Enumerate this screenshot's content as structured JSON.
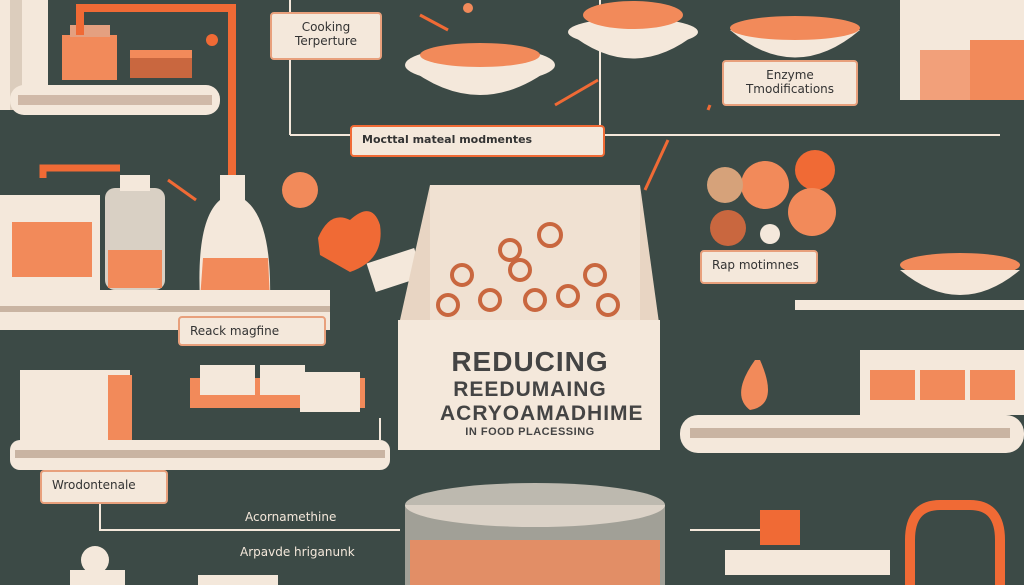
{
  "labels": {
    "cooking": "Cooking",
    "temperature": "Terperture",
    "enzyme_1": "Enzyme",
    "enzyme_2": "Tmodifications",
    "material": "Mocttal mateal modmentes",
    "reack": "Reack magfine",
    "rap": "Rap motimnes",
    "wrod": "Wrodontenale"
  },
  "center": {
    "line1": "REDUCING",
    "line2": "REEDUMAING",
    "line3": "ACRYOAMADHIME",
    "line4": "IN FOOD PLACESSING"
  },
  "floating": {
    "acorn": "Acornamethine",
    "arpavde": "Arpavde hriganunk"
  },
  "colors": {
    "background": "#3c4a46",
    "accent": "#f06a35",
    "paper": "#f4e8db",
    "food": "#f28a5a"
  }
}
